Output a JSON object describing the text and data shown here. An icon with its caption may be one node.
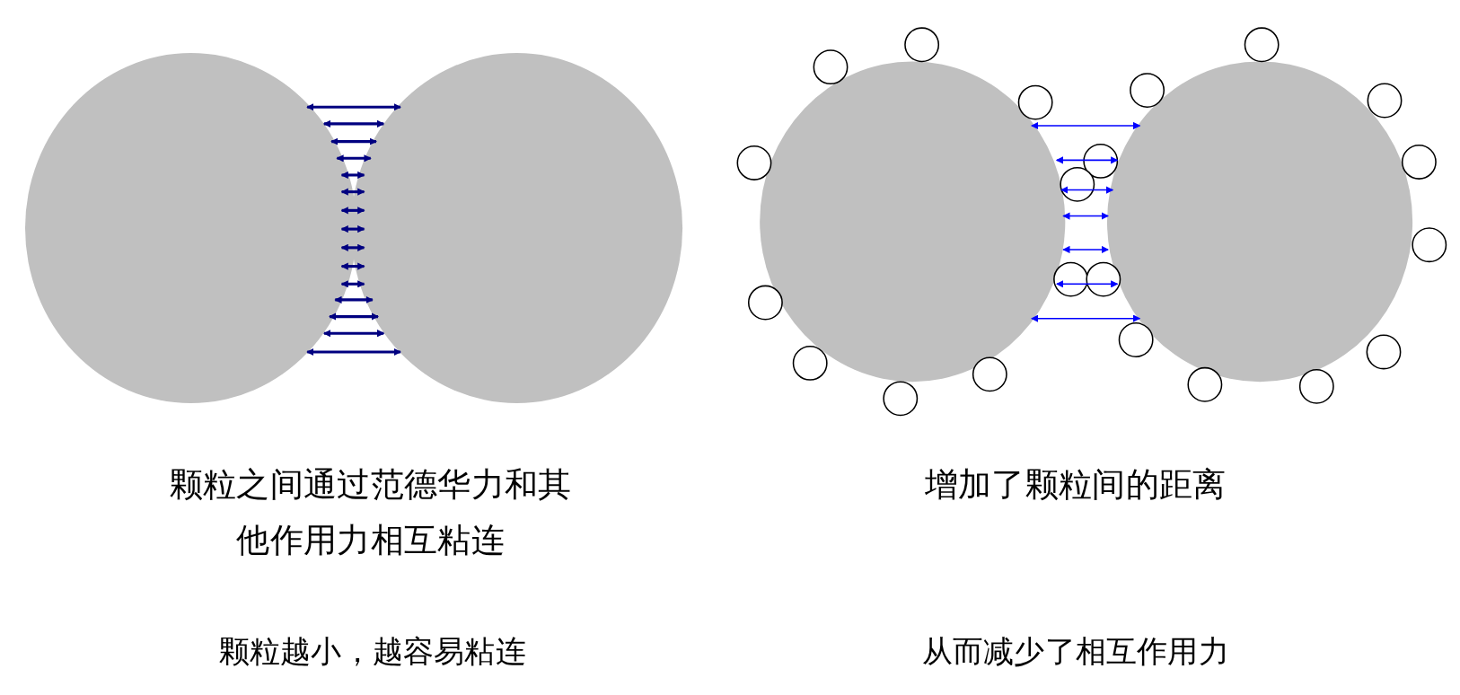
{
  "diagram": {
    "labels": [
      "颗粒之间通过范德华力和其他作用力相互粘连",
      "颗粒越小，越容易粘连",
      "增加了颗粒间的距离",
      "从而减少了相互作用力"
    ]
  }
}
